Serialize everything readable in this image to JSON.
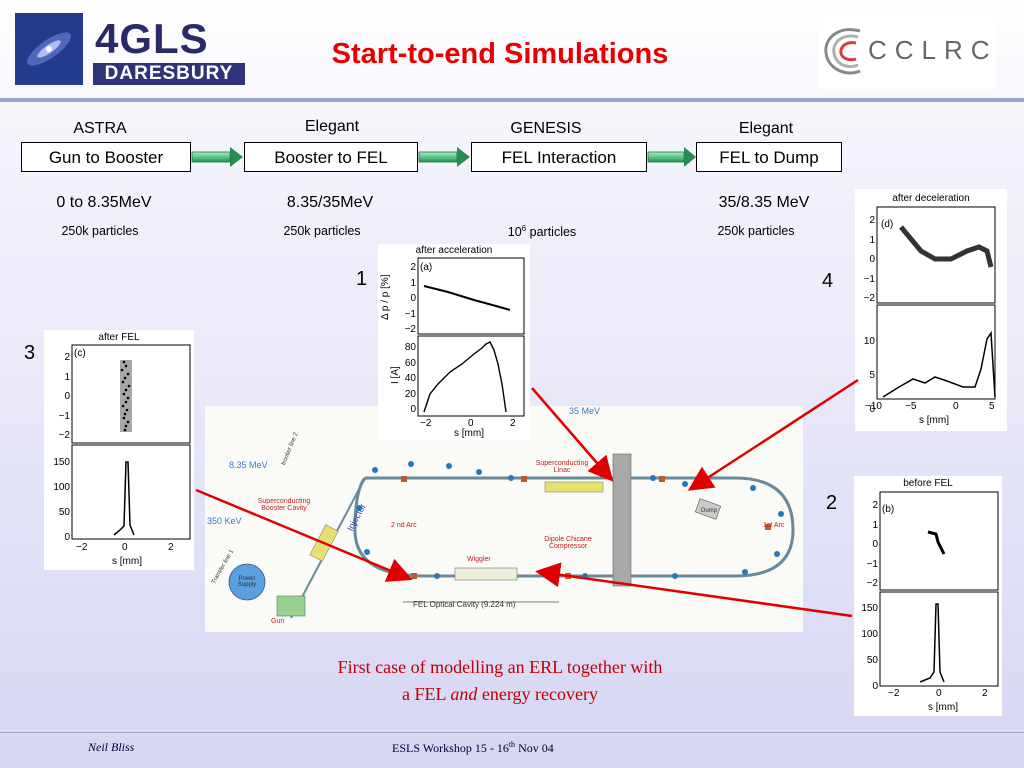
{
  "header": {
    "title": "Start-to-end Simulations",
    "logo_left_line1": "4GLS",
    "logo_left_line2": "DARESBURY",
    "logo_right": "CCLRC"
  },
  "stages": [
    {
      "code": "ASTRA",
      "box": "Gun to Booster",
      "energy": "0 to 8.35MeV",
      "particles": "250k particles"
    },
    {
      "code": "Elegant",
      "box": "Booster to FEL",
      "energy": "8.35/35MeV",
      "particles": "250k particles"
    },
    {
      "code": "GENESIS",
      "box": "FEL Interaction",
      "energy": "",
      "particles_base": "10",
      "particles_exp": "6",
      "particles_rest": " particles"
    },
    {
      "code": "Elegant",
      "box": "FEL to Dump",
      "energy": "35/8.35 MeV",
      "particles": "250k particles"
    }
  ],
  "panels": {
    "p1": {
      "number": "1",
      "title": "after acceleration",
      "tag": "(a)",
      "ylabel_top": "Δ p / p [%]",
      "ylabel_bottom": "I [A]",
      "xlabel": "s [mm]",
      "yticks_top": [
        "2",
        "1",
        "0",
        "−1",
        "−2"
      ],
      "yticks_bottom": [
        "80",
        "60",
        "40",
        "20",
        "0"
      ],
      "xticks": [
        "−2",
        "0",
        "2"
      ]
    },
    "p2": {
      "number": "2",
      "title": "before FEL",
      "tag": "(b)",
      "xlabel": "s [mm]",
      "yticks_top": [
        "2",
        "1",
        "0",
        "−1",
        "−2"
      ],
      "yticks_bottom": [
        "150",
        "100",
        "50",
        "0"
      ],
      "xticks": [
        "−2",
        "0",
        "2"
      ]
    },
    "p3": {
      "number": "3",
      "title": "after FEL",
      "tag": "(c)",
      "xlabel": "s [mm]",
      "yticks_top": [
        "2",
        "1",
        "0",
        "−1",
        "−2"
      ],
      "yticks_bottom": [
        "150",
        "100",
        "50",
        "0"
      ],
      "xticks": [
        "−2",
        "0",
        "2"
      ]
    },
    "p4": {
      "number": "4",
      "title": "after deceleration",
      "tag": "(d)",
      "xlabel": "s [mm]",
      "yticks_top": [
        "2",
        "1",
        "0",
        "−1",
        "−2"
      ],
      "yticks_bottom": [
        "10",
        "5",
        "0"
      ],
      "xticks": [
        "−10",
        "−5",
        "0",
        "5"
      ]
    }
  },
  "layout_labels": {
    "e35": "35 MeV",
    "e835": "8.35 MeV",
    "e350": "350 KeV",
    "linac": "Superconducting Linac",
    "booster": "Superconducting Booster Cavity",
    "injector": "Injector",
    "arc2": "2 nd Arc",
    "arc1": "1st Arc",
    "chicane": "Dipole Chicane Compressor",
    "wiggler": "Wiggler",
    "dump": "Dump",
    "cavity": "FEL Optical Cavity (9.224 m)",
    "power": "Power Supply",
    "gun": "Gun",
    "frontier": "frontier line 2",
    "transfer": "Transfer line 1"
  },
  "caption": {
    "line1": "First case of modelling an ERL together with",
    "line2_a": "a FEL ",
    "line2_b": "and",
    "line2_c": " energy recovery"
  },
  "footer": {
    "author": "Neil Bliss",
    "event_a": "ESLS Workshop  15 - 16",
    "event_sup": "th",
    "event_b": "  Nov 04"
  }
}
